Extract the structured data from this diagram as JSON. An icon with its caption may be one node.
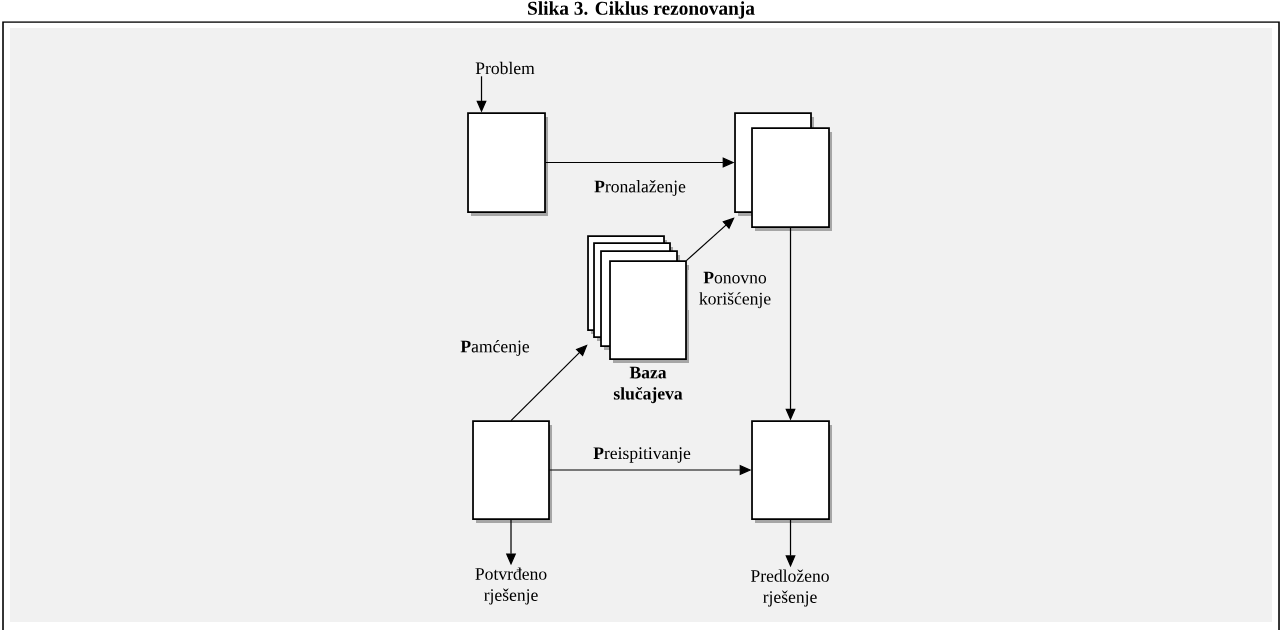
{
  "diagram": {
    "title": "Slika 3. Ciklus rezonovanja",
    "nodes": [
      {
        "text": [
          "Problem"
        ]
      },
      {
        "text": [],
        "shape": "box"
      },
      {
        "text": [],
        "shape": "box"
      },
      {
        "text": [
          "Baza slučajeva"
        ]
      },
      {
        "text": [],
        "shape": "box"
      },
      {
        "text": [],
        "shape": "box"
      },
      {
        "text": [
          "Potvrđeno rješenje"
        ]
      },
      {
        "text": [
          "Predloženo rješenje"
        ]
      }
    ],
    "edges": [
      {
        "from": 0,
        "to": 1,
        "arrow": "to"
      },
      {
        "from": 1,
        "to": 2,
        "arrow": "to",
        "label": "**P**ronalaženje"
      },
      {
        "from": 3,
        "to": 2,
        "arrow": "to",
        "label": "**P**onovno korišćenje"
      },
      {
        "from": 2,
        "to": 5,
        "arrow": "to"
      },
      {
        "from": 4,
        "to": 3,
        "arrow": "to",
        "label": "**P**amćenje"
      },
      {
        "from": 4,
        "to": 5,
        "arrow": "to",
        "label": "**P**reispitivanje"
      },
      {
        "from": 4,
        "to": 6,
        "arrow": "to"
      },
      {
        "from": 5,
        "to": 7,
        "arrow": "to"
      }
    ]
  }
}
